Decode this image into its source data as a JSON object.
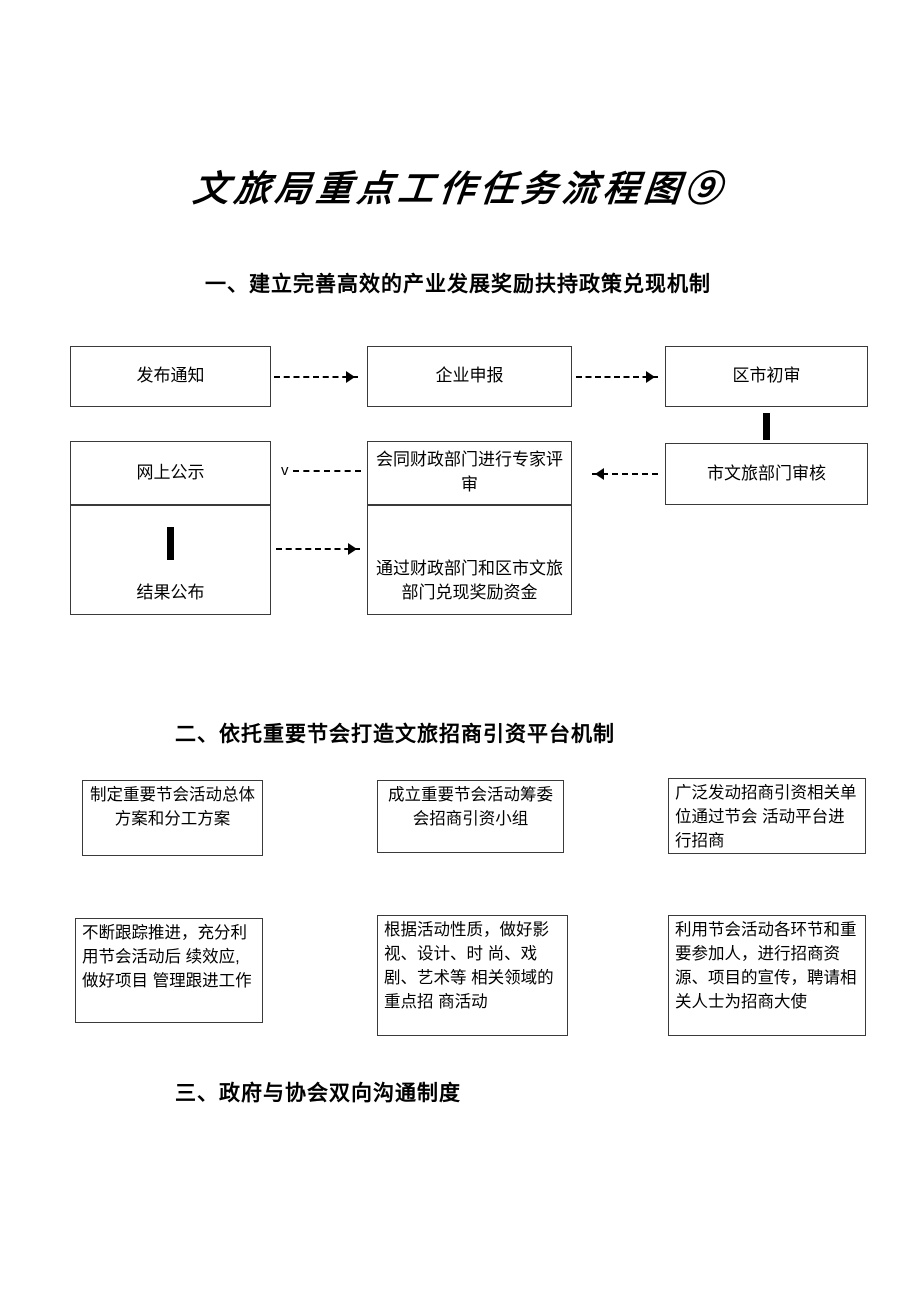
{
  "page": {
    "title": "文旅局重点工作任务流程图⑨"
  },
  "sections": {
    "s1": {
      "heading": "一、建立完善高效的产业发展奖励扶持政策兑现机制"
    },
    "s2": {
      "heading": "二、依托重要节会打造文旅招商引资平台机制"
    },
    "s3": {
      "heading": "三、政府与协会双向沟通制度"
    }
  },
  "flowchart1": {
    "nodes": {
      "fabu_tongzhi": "发布通知",
      "qiye_shenbao": "企业申报",
      "qushi_chushen": "区市初审",
      "wangshang_gongshi": "网上公示",
      "huitong_pingshen": "会同财政部门进行专家评审",
      "shiwenlv_shenhe": "市文旅部门审核",
      "jieguo_gongbu": "结果公布",
      "tongguo_duixian": "通过财政部门和区市文旅部门兑现奖励资金"
    },
    "v_glyph": "v"
  },
  "flowchart2": {
    "boxes": [
      "制定重要节会活动总体方案和分工方案",
      "成立重要节会活动筹委会招商引资小组",
      "广泛发动招商引资相关单位通过节会 活动平台进行招商",
      "不断跟踪推进，充分利用节会活动后 续效应,做好项目 管理跟进工作",
      "根据活动性质，做好影视、设计、时 尚、戏剧、艺术等 相关领域的重点招 商活动",
      "利用节会活动各环节和重要参加人，进行招商资源、项目的宣传，聘请相关人士为招商大使"
    ]
  }
}
